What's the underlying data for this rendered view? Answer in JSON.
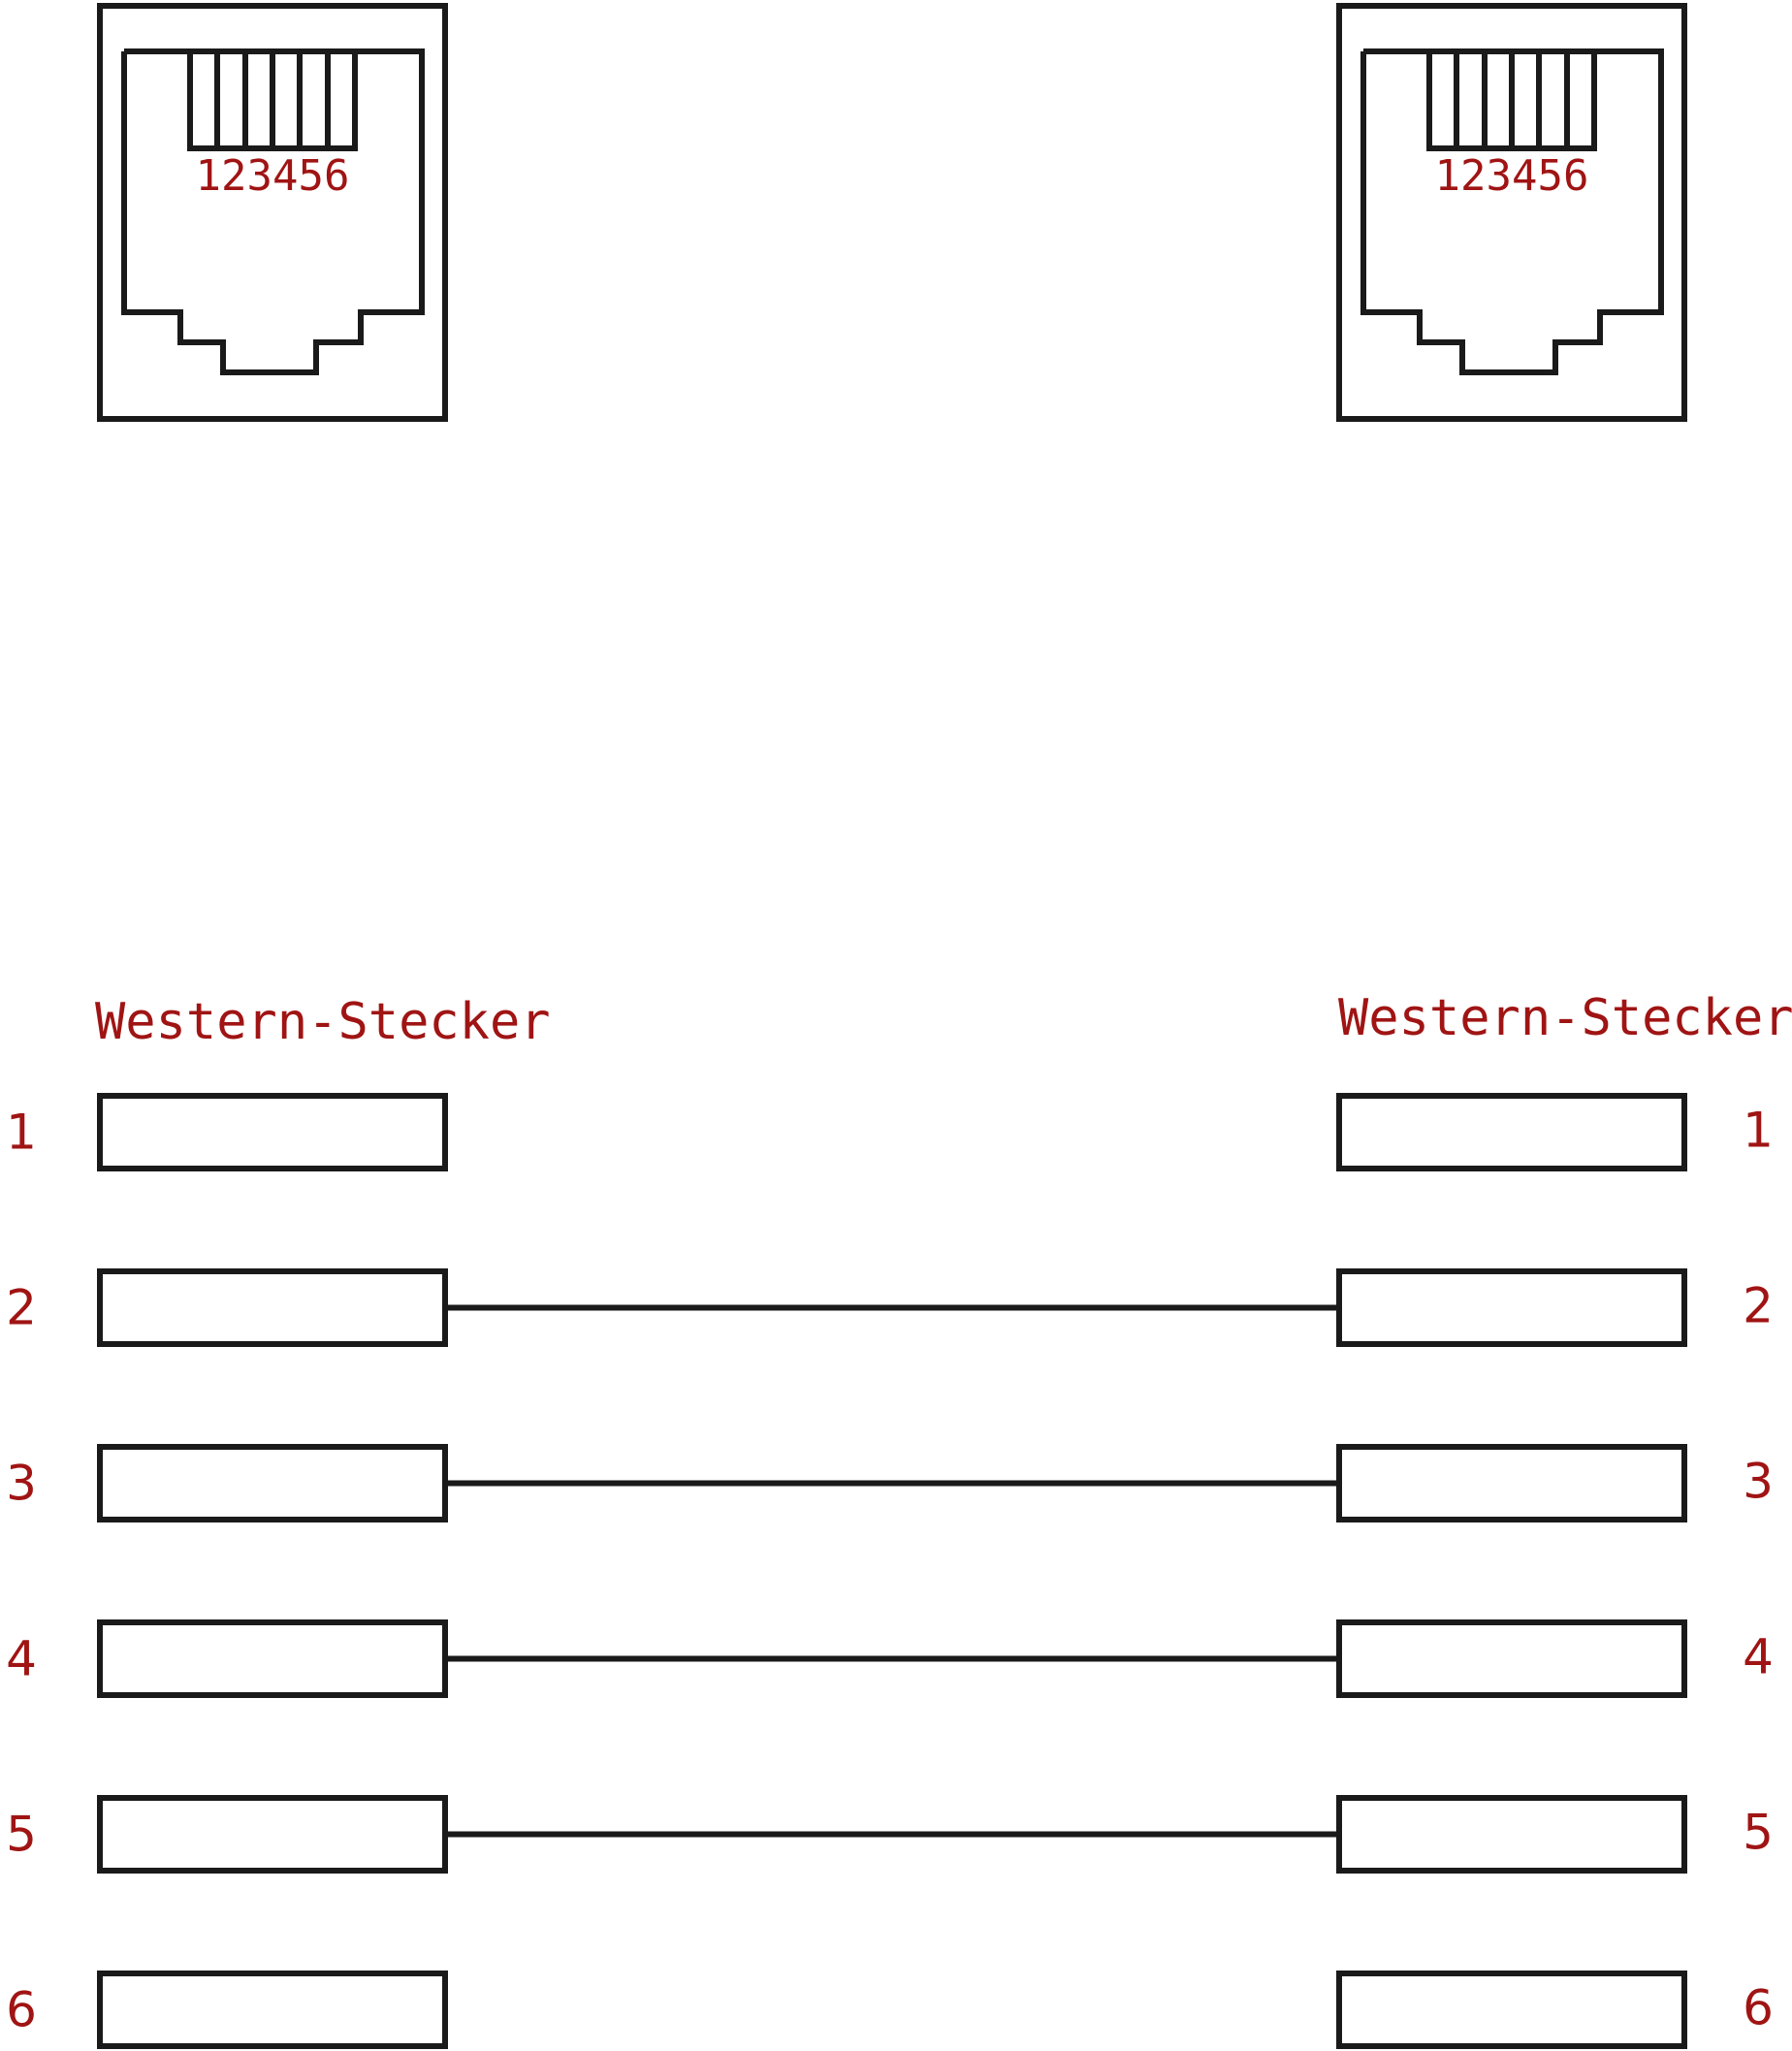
{
  "colors": {
    "text": "#a01414",
    "line": "#1a1a1a",
    "background": "#ffffff"
  },
  "sockets": {
    "left": {
      "pin_numbers": "123456"
    },
    "right": {
      "pin_numbers": "123456"
    }
  },
  "plugs": {
    "left": {
      "title": "Western-Stecker"
    },
    "right": {
      "title": "Western-Stecker"
    }
  },
  "pins": [
    {
      "left_label": "1",
      "right_label": "1",
      "connected": false
    },
    {
      "left_label": "2",
      "right_label": "2",
      "connected": true
    },
    {
      "left_label": "3",
      "right_label": "3",
      "connected": true
    },
    {
      "left_label": "4",
      "right_label": "4",
      "connected": true
    },
    {
      "left_label": "5",
      "right_label": "5",
      "connected": true
    },
    {
      "left_label": "6",
      "right_label": "6",
      "connected": false
    }
  ]
}
